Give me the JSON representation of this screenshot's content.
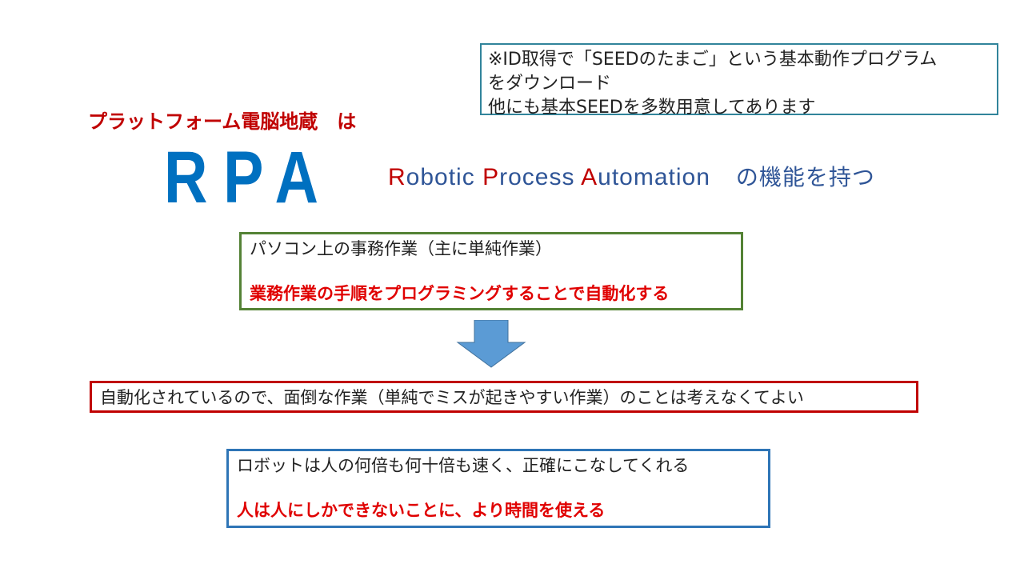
{
  "note": {
    "lines": [
      "※ID取得で「SEEDのたまご」という基本動作プログラム",
      "をダウンロード",
      "他にも基本SEEDを多数用意してあります"
    ]
  },
  "headline": "プラットフォーム電脳地蔵　は",
  "rpa": {
    "logo": "RPA",
    "full": {
      "r_cap": "R",
      "r_rest": "obotic ",
      "p_cap": "P",
      "p_rest": "rocess ",
      "a_cap": "A",
      "a_rest": "utomation",
      "suffix": "の機能を持つ"
    }
  },
  "green_box": {
    "line1": "パソコン上の事務作業（主に単純作業）",
    "line2": "業務作業の手順をプログラミングすることで自動化する"
  },
  "red_box": {
    "text": "自動化されているので、面倒な作業（単純でミスが起きやすい作業）のことは考えなくてよい"
  },
  "blue_box": {
    "line1": "ロボットは人の何倍も何十倍も速く、正確にこなしてくれる",
    "line2": "人は人にしかできないことに、より時間を使える"
  },
  "colors": {
    "accent_red": "#c00000",
    "bright_red": "#e00000",
    "logo_blue": "#0070c0",
    "arrow_blue": "#5b9bd5",
    "green_border": "#548235",
    "blue_border": "#2e75b6",
    "teal_border": "#31849b"
  },
  "icons": {
    "arrow": "down-arrow-icon"
  }
}
